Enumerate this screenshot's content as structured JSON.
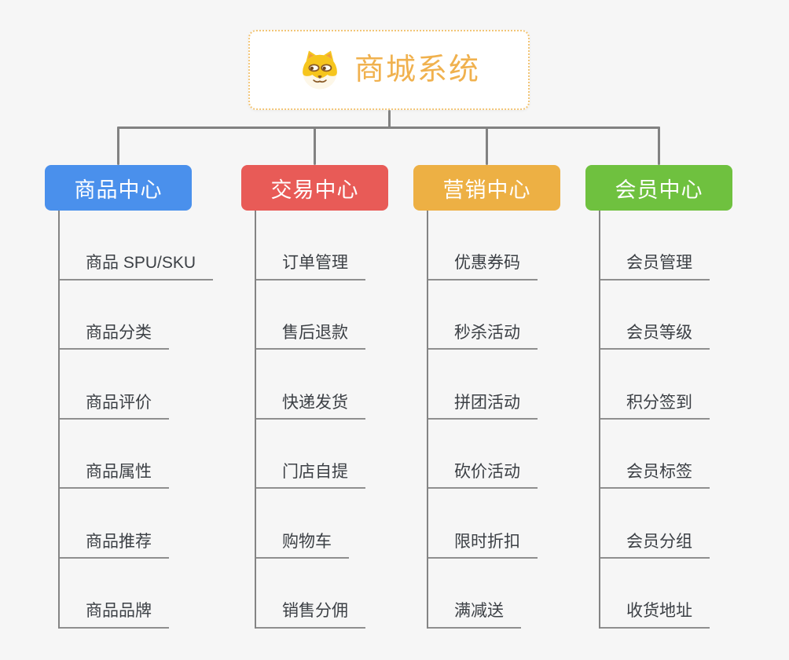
{
  "root": {
    "title": "商城系统",
    "icon": "dog-icon",
    "title_color": "#F0B14E",
    "border_color": "#F2C577"
  },
  "connector_color": "#828282",
  "branches": [
    {
      "label": "商品中心",
      "color": "#4A90EC",
      "children": [
        "商品 SPU/SKU",
        "商品分类",
        "商品评价",
        "商品属性",
        "商品推荐",
        "商品品牌"
      ]
    },
    {
      "label": "交易中心",
      "color": "#E85B57",
      "children": [
        "订单管理",
        "售后退款",
        "快递发货",
        "门店自提",
        "购物车",
        "销售分佣"
      ]
    },
    {
      "label": "营销中心",
      "color": "#EDB044",
      "children": [
        "优惠券码",
        "秒杀活动",
        "拼团活动",
        "砍价活动",
        "限时折扣",
        "满减送"
      ]
    },
    {
      "label": "会员中心",
      "color": "#6FC13F",
      "children": [
        "会员管理",
        "会员等级",
        "积分签到",
        "会员标签",
        "会员分组",
        "收货地址"
      ]
    }
  ]
}
